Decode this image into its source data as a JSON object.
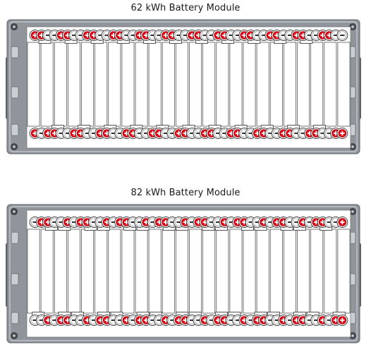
{
  "modules": [
    {
      "title": "62 kWh Battery Module",
      "cell_count": 24,
      "top_terminals": "+ + - - + + - - + + - - + + - - + + - - + + - - + + - - + + - - + + - - + + - - + + - - + + - -",
      "bottom_terminals": "+ - + + - - + + - - + + - - + + - - + + - - + + - - + + - - + + - - + + - - + + - - + + - - + +",
      "top_bridges": [
        [
          1,
          2
        ],
        [
          5,
          6
        ],
        [
          9,
          10
        ],
        [
          13,
          14
        ],
        [
          17,
          18
        ],
        [
          21,
          22
        ],
        [
          25,
          26
        ],
        [
          29,
          30
        ],
        [
          33,
          34
        ],
        [
          37,
          38
        ],
        [
          41,
          42
        ]
      ],
      "bottom_bridges": [
        [
          3,
          4
        ],
        [
          7,
          8
        ],
        [
          11,
          12
        ],
        [
          15,
          16
        ],
        [
          19,
          20
        ],
        [
          23,
          24
        ],
        [
          27,
          28
        ],
        [
          31,
          32
        ],
        [
          35,
          36
        ],
        [
          39,
          40
        ],
        [
          43,
          44
        ]
      ]
    },
    {
      "title": "82 kWh Battery Module",
      "cell_count": 24,
      "top_terminals": "- + + - - + - + + - - + - + + - - + - + + - - + - + + - - + - + + - - + - + + - - + - + + - - +",
      "bottom_terminals": "- - + - + + - - + - + + - - + - + + - - + - + + - - + - + + - - + - + + - - + - + + - - + - + +",
      "top_bridges": [
        [
          2,
          3
        ],
        [
          4,
          5
        ],
        [
          8,
          9
        ],
        [
          10,
          11
        ],
        [
          14,
          15
        ],
        [
          16,
          17
        ],
        [
          20,
          21
        ],
        [
          22,
          23
        ],
        [
          26,
          27
        ],
        [
          28,
          29
        ],
        [
          32,
          33
        ],
        [
          34,
          35
        ],
        [
          38,
          39
        ],
        [
          40,
          41
        ],
        [
          44,
          45
        ]
      ],
      "bottom_bridges": [
        [
          0,
          1
        ],
        [
          4,
          5
        ],
        [
          6,
          7
        ],
        [
          10,
          11
        ],
        [
          12,
          13
        ],
        [
          16,
          17
        ],
        [
          18,
          19
        ],
        [
          22,
          23
        ],
        [
          24,
          25
        ],
        [
          28,
          29
        ],
        [
          30,
          31
        ],
        [
          34,
          35
        ],
        [
          36,
          37
        ],
        [
          40,
          41
        ],
        [
          42,
          43
        ],
        [
          46,
          47
        ]
      ]
    }
  ],
  "colors": {
    "frame": "#8f959b",
    "frame_dark": "#5e6368",
    "frame_light": "#c9ced2",
    "cell_line": "#555555",
    "plus_fill": "#e30613",
    "minus_fill": "#ffffff",
    "terminal_border": "#444444",
    "bolt": "#4a4e52"
  },
  "icons": {
    "positive": "plus-terminal-icon",
    "negative": "minus-terminal-icon",
    "bolt": "mounting-bolt-icon"
  }
}
